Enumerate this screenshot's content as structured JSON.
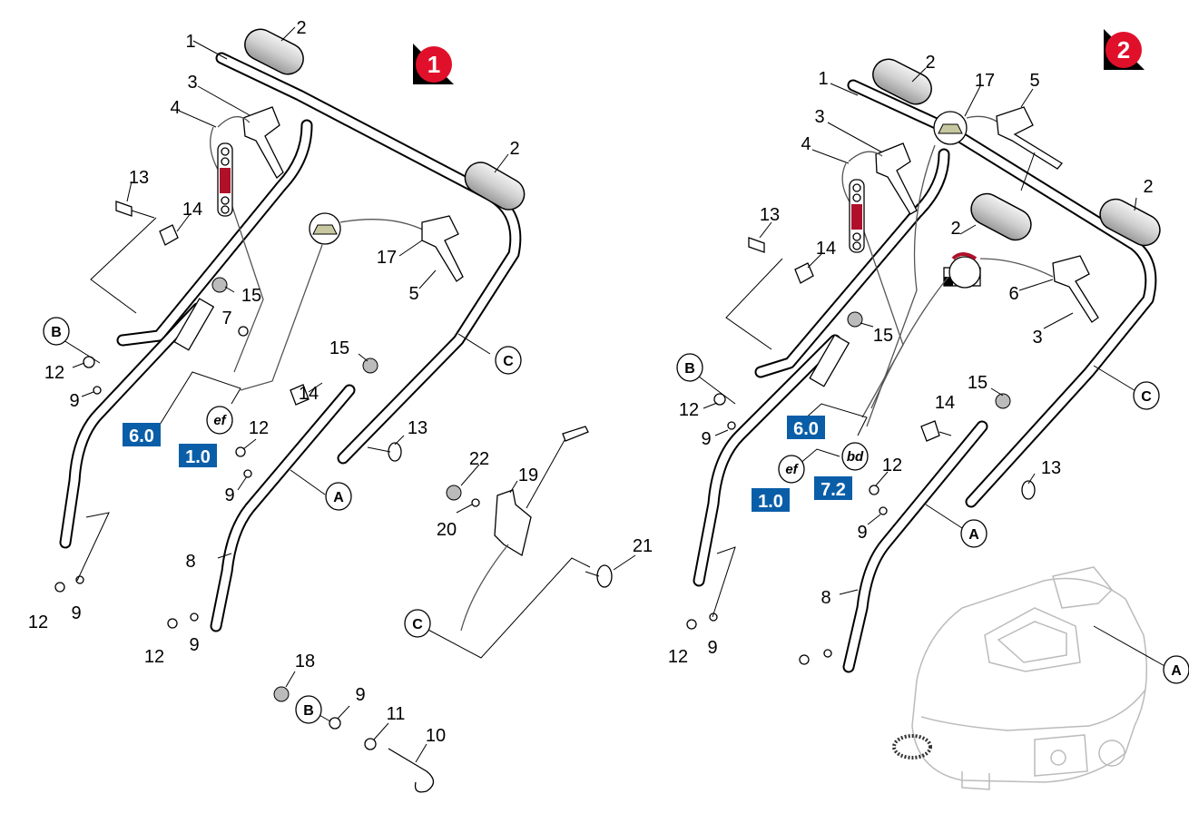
{
  "figure1": {
    "badge": "1",
    "part_numbers": [
      "1",
      "2",
      "2",
      "3",
      "4",
      "5",
      "7",
      "8",
      "9",
      "9",
      "9",
      "9",
      "9",
      "10",
      "11",
      "12",
      "12",
      "12",
      "12",
      "13",
      "13",
      "14",
      "14",
      "15",
      "15",
      "17",
      "18",
      "19",
      "20",
      "21",
      "22"
    ],
    "circle_labels": [
      "A",
      "B",
      "B",
      "C",
      "C",
      "ef"
    ],
    "ref_boxes": [
      "6.0",
      "1.0"
    ]
  },
  "figure2": {
    "badge": "2",
    "part_numbers": [
      "1",
      "2",
      "2",
      "2",
      "3",
      "3",
      "4",
      "5",
      "6",
      "8",
      "9",
      "9",
      "9",
      "12",
      "12",
      "12",
      "13",
      "13",
      "14",
      "14",
      "15",
      "15",
      "17"
    ],
    "circle_labels": [
      "A",
      "A",
      "B",
      "C",
      "ef",
      "bd"
    ],
    "ref_boxes": [
      "6.0",
      "1.0",
      "7.2"
    ]
  },
  "colors": {
    "badge_red": "#e0102a",
    "ref_blue": "#0a5ea8"
  }
}
